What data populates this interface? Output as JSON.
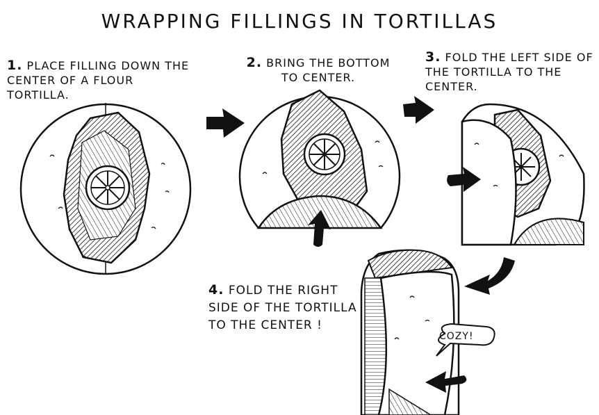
{
  "title": "WRAPPING FILLINGS IN TORTILLAS",
  "steps": [
    {
      "number": "1.",
      "text": "PLACE FILLING DOWN THE CENTER OF A FLOUR TORTILLA."
    },
    {
      "number": "2.",
      "text": "BRING THE BOTTOM TO CENTER."
    },
    {
      "number": "3.",
      "text": "FOLD THE LEFT SIDE OF THE TORTILLA TO THE CENTER."
    },
    {
      "number": "4.",
      "text": "FOLD THE RIGHT SIDE OF THE TORTILLA TO THE CENTER !"
    }
  ],
  "speech_bubble": "COZY!",
  "colors": {
    "ink": "#111111",
    "paper": "#ffffff"
  }
}
